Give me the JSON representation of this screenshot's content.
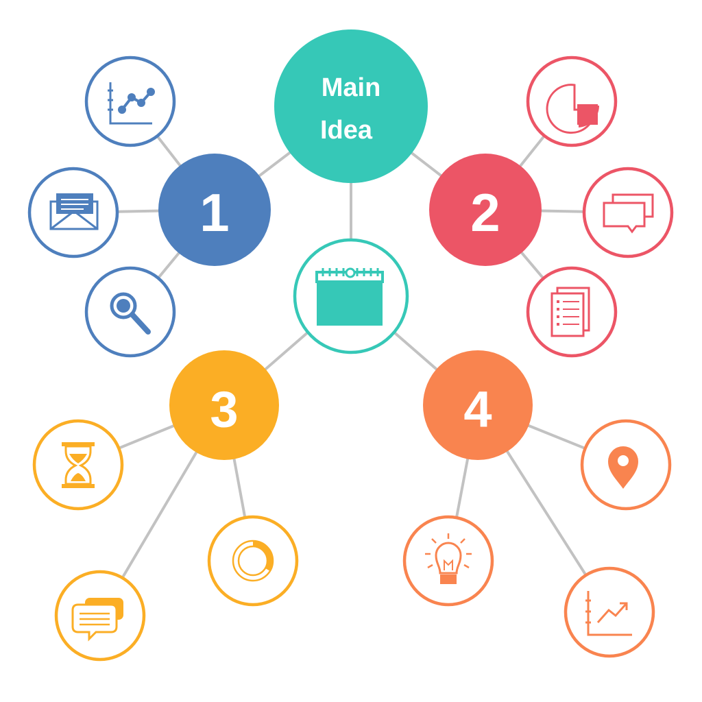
{
  "main_idea": {
    "line1": "Main",
    "line2": "Idea",
    "color": "#36c8b7"
  },
  "center_icon": {
    "name": "calendar-icon",
    "color": "#36c8b7"
  },
  "connector_color": "#c2c2c2",
  "branches": [
    {
      "label": "1",
      "color": "#4e7fbd",
      "icons": [
        "line-chart-icon",
        "envelope-icon",
        "magnifier-icon"
      ]
    },
    {
      "label": "2",
      "color": "#ec5566",
      "icons": [
        "pie-chart-icon",
        "speech-bubbles-icon",
        "document-list-icon"
      ]
    },
    {
      "label": "3",
      "color": "#fbae25",
      "icons": [
        "hourglass-icon",
        "donut-chart-icon",
        "chat-bubbles-icon"
      ]
    },
    {
      "label": "4",
      "color": "#f9844f",
      "icons": [
        "map-pin-icon",
        "light-bulb-icon",
        "growth-chart-icon"
      ]
    }
  ]
}
